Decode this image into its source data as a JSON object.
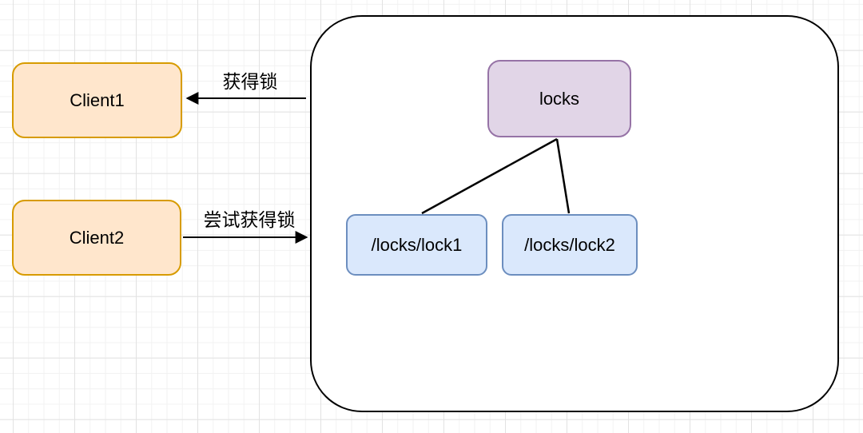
{
  "colors": {
    "client_fill": "#FFE6CC",
    "client_stroke": "#D79B00",
    "locks_fill": "#E1D5E7",
    "locks_stroke": "#9673A6",
    "lock_fill": "#DAE8FC",
    "lock_stroke": "#6C8EBF",
    "container_stroke": "#000000",
    "edge_color": "#000000",
    "text_color": "#000000",
    "grid_minor": "#F2F2F2",
    "grid_major": "#E2E2E2"
  },
  "nodes": {
    "client1": "Client1",
    "client2": "Client2",
    "locks_root": "locks",
    "lock1": "/locks/lock1",
    "lock2": "/locks/lock2"
  },
  "edges": {
    "acquire_label": "获得锁",
    "try_acquire_label": "尝试获得锁"
  }
}
